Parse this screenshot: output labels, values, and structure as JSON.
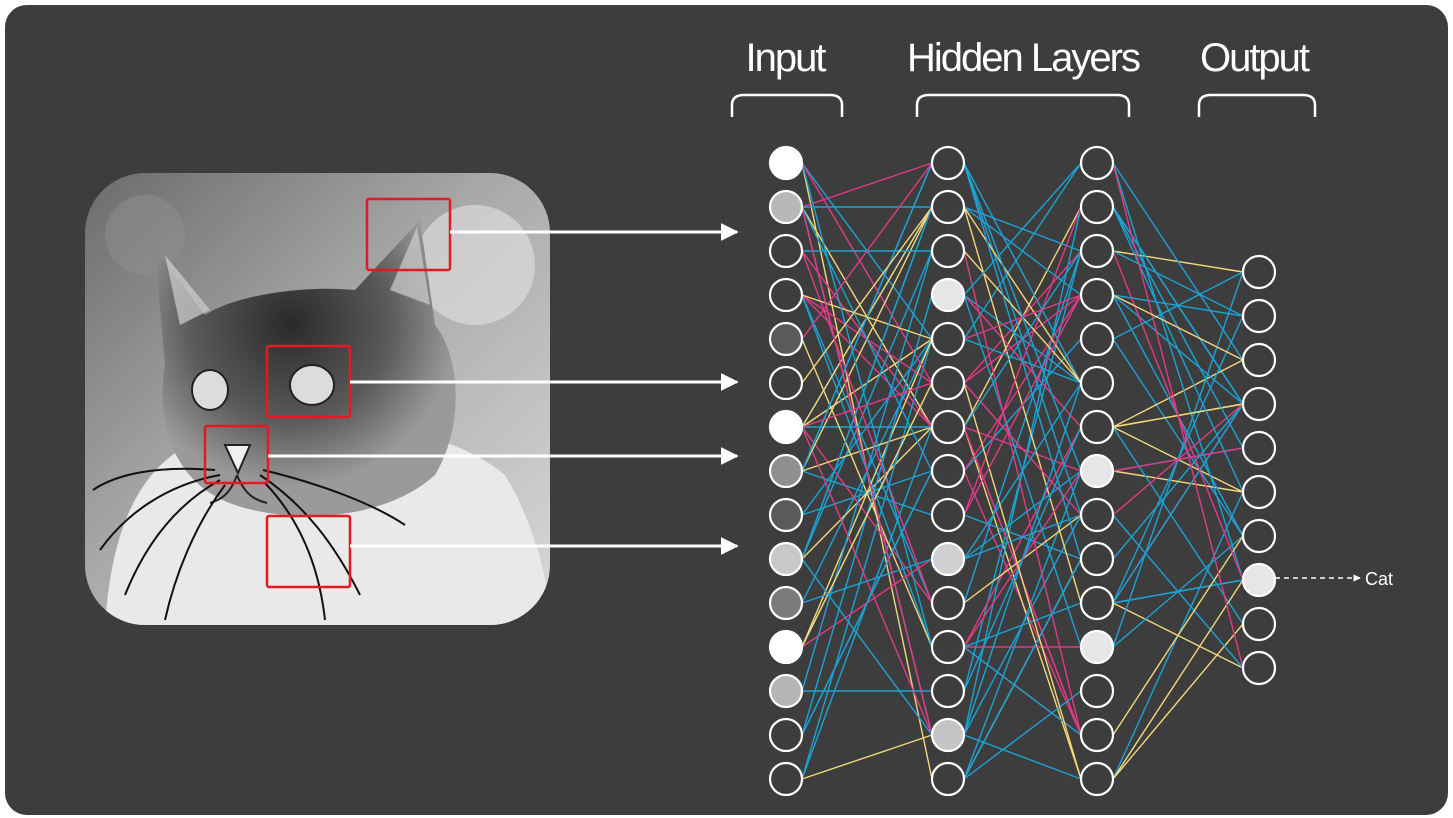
{
  "headers": {
    "input": "Input",
    "hidden": "Hidden Layers",
    "output": "Output"
  },
  "output_label": "Cat",
  "colors": {
    "panel": "#3d3d3d",
    "node_stroke": "#ffffff",
    "highlight_box": "#e11b22",
    "edge_cyan": "#1ba3d6",
    "edge_pink": "#e23a86",
    "edge_yellow": "#f2d77a"
  },
  "image": {
    "subject": "cat",
    "highlighted_features": [
      "ear",
      "eye",
      "nose",
      "chest"
    ]
  },
  "network": {
    "layers": [
      {
        "name": "input",
        "nodes": 15,
        "shades": [
          "#ffffff",
          "#b8b8bb",
          "none",
          "none",
          "#595a5c",
          "none",
          "#ffffff",
          "#8e8f91",
          "#595a5c",
          "#c8c8cb",
          "#7a7b7d",
          "#ffffff",
          "#b5b5b8",
          "none",
          "none"
        ]
      },
      {
        "name": "hidden-1",
        "nodes": 15,
        "shades": [
          "none",
          "none",
          "none",
          "#e6e6e8",
          "none",
          "none",
          "none",
          "none",
          "none",
          "#d0d0d3",
          "none",
          "none",
          "none",
          "#c4c4c7",
          "none"
        ]
      },
      {
        "name": "hidden-2",
        "nodes": 15,
        "shades": [
          "none",
          "none",
          "none",
          "none",
          "none",
          "none",
          "none",
          "#e6e6e8",
          "none",
          "none",
          "none",
          "#e6e6e8",
          "none",
          "none",
          "none"
        ]
      },
      {
        "name": "output",
        "nodes": 10,
        "shades": [
          "none",
          "none",
          "none",
          "none",
          "none",
          "none",
          "none",
          "#e6e6e8",
          "none",
          "none"
        ]
      }
    ],
    "active_output_index": 7
  }
}
